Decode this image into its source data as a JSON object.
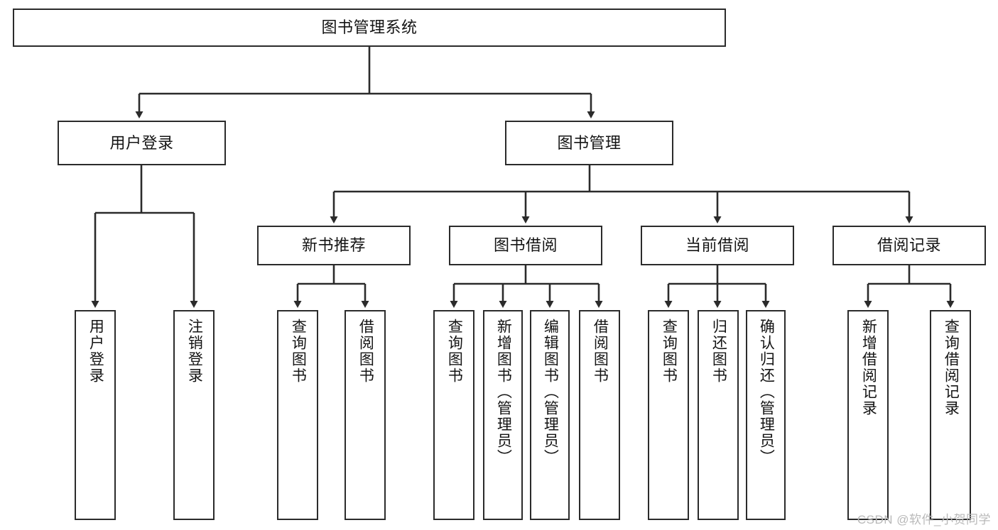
{
  "diagram": {
    "title": "图书管理系统",
    "watermark": "CSDN @软件_小贺同学",
    "line_color": "#2b2b2b",
    "box_fill": "#ffffff",
    "text_color": "#141414",
    "nodes": {
      "root": {
        "label": "图书管理系统"
      },
      "user_login": {
        "label": "用户登录"
      },
      "book_manage": {
        "label": "图书管理"
      },
      "new_book_rec": {
        "label": "新书推荐"
      },
      "book_borrow": {
        "label": "图书借阅"
      },
      "current_borrow": {
        "label": "当前借阅"
      },
      "borrow_record": {
        "label": "借阅记录"
      },
      "leaf_user_login": {
        "label": "用户登录"
      },
      "leaf_logout_login": {
        "label": "注销登录"
      },
      "leaf_query_book_1": {
        "label": "查询图书"
      },
      "leaf_borrow_book_1": {
        "label": "借阅图书"
      },
      "leaf_query_book_2": {
        "label": "查询图书"
      },
      "leaf_add_book_admin": {
        "label": "新增图书（管理员）"
      },
      "leaf_edit_book_admin": {
        "label": "编辑图书（管理员）"
      },
      "leaf_borrow_book_2": {
        "label": "借阅图书"
      },
      "leaf_query_book_3": {
        "label": "查询图书"
      },
      "leaf_return_book": {
        "label": "归还图书"
      },
      "leaf_confirm_return": {
        "label": "确认归还（管理员）"
      },
      "leaf_add_record": {
        "label": "新增借阅记录"
      },
      "leaf_query_record": {
        "label": "查询借阅记录"
      }
    }
  }
}
